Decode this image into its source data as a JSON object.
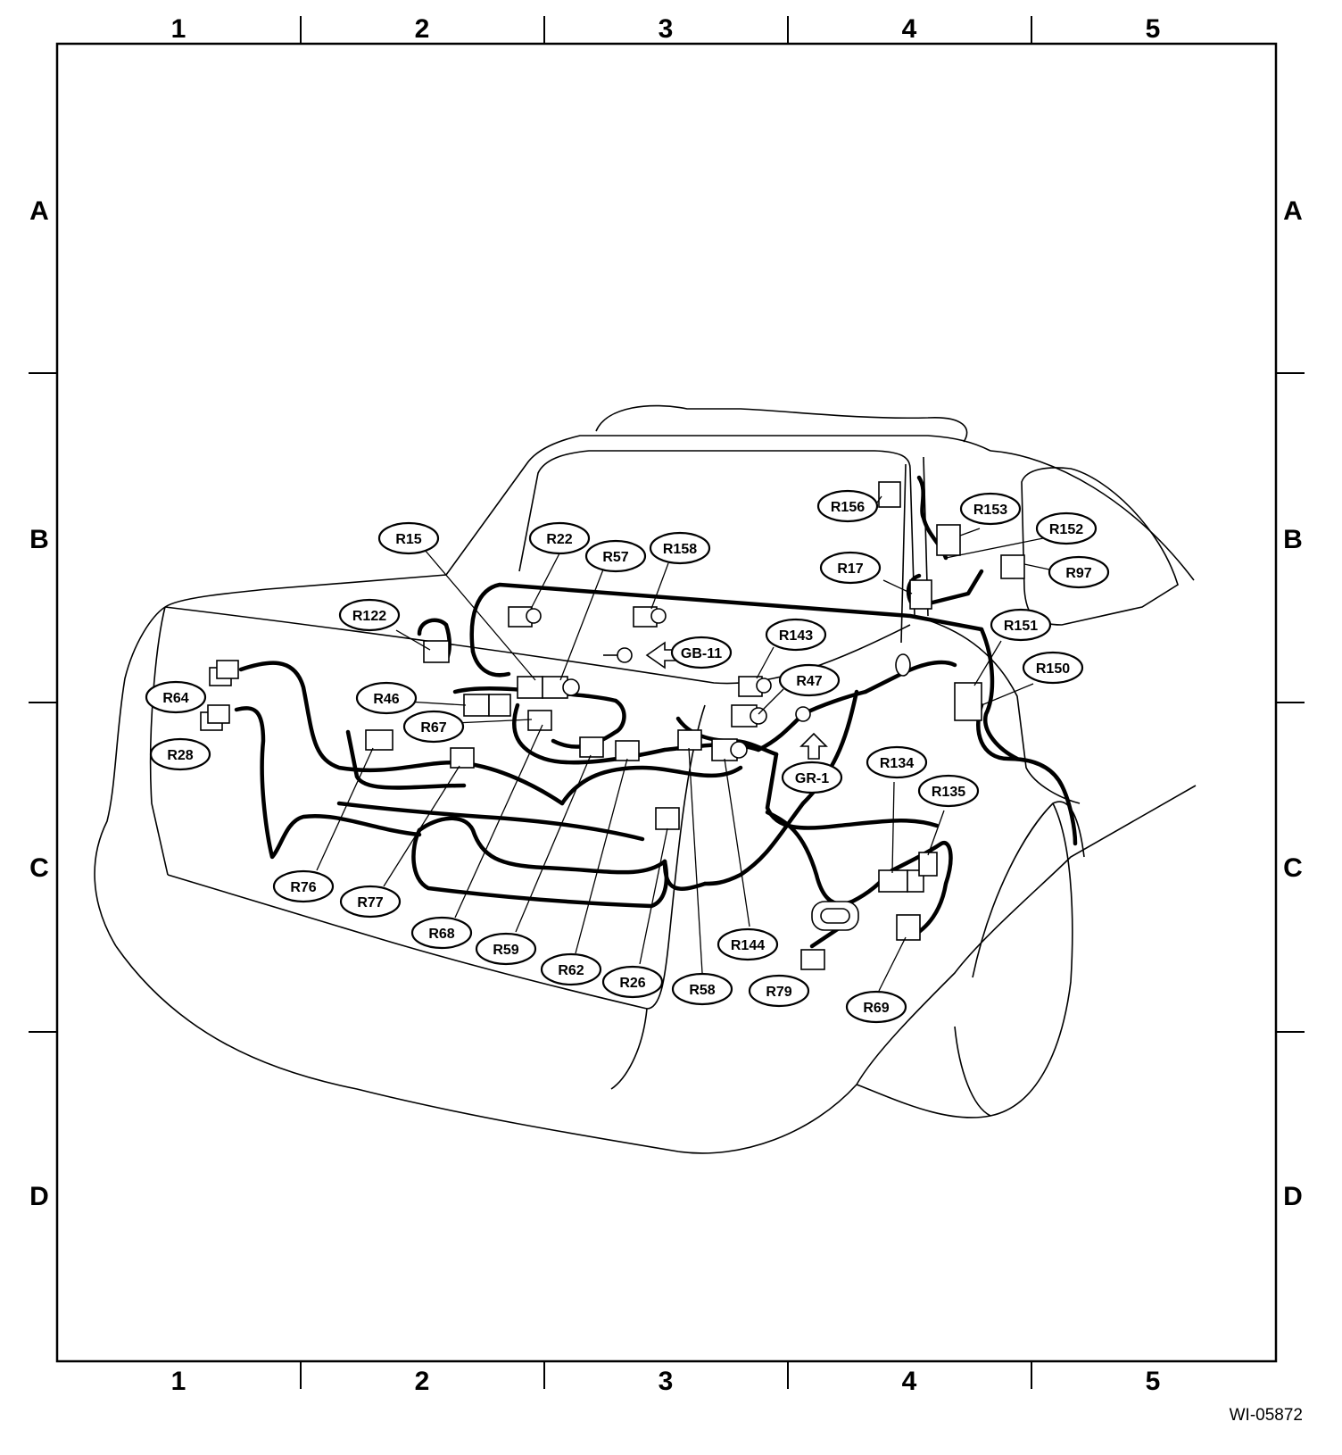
{
  "grid": {
    "columns": [
      "1",
      "2",
      "3",
      "4",
      "5"
    ],
    "rows": [
      "A",
      "B",
      "C",
      "D"
    ]
  },
  "figure_code": "WI-05872",
  "connectors": [
    "R15",
    "R22",
    "R57",
    "R158",
    "R122",
    "R64",
    "R28",
    "R46",
    "R67",
    "R143",
    "R47",
    "GB-11",
    "GR-1",
    "R156",
    "R153",
    "R152",
    "R17",
    "R97",
    "R151",
    "R150",
    "R134",
    "R135",
    "R76",
    "R77",
    "R68",
    "R59",
    "R62",
    "R26",
    "R58",
    "R144",
    "R79",
    "R69"
  ],
  "colors": {
    "line": "#000000",
    "background": "#ffffff"
  }
}
